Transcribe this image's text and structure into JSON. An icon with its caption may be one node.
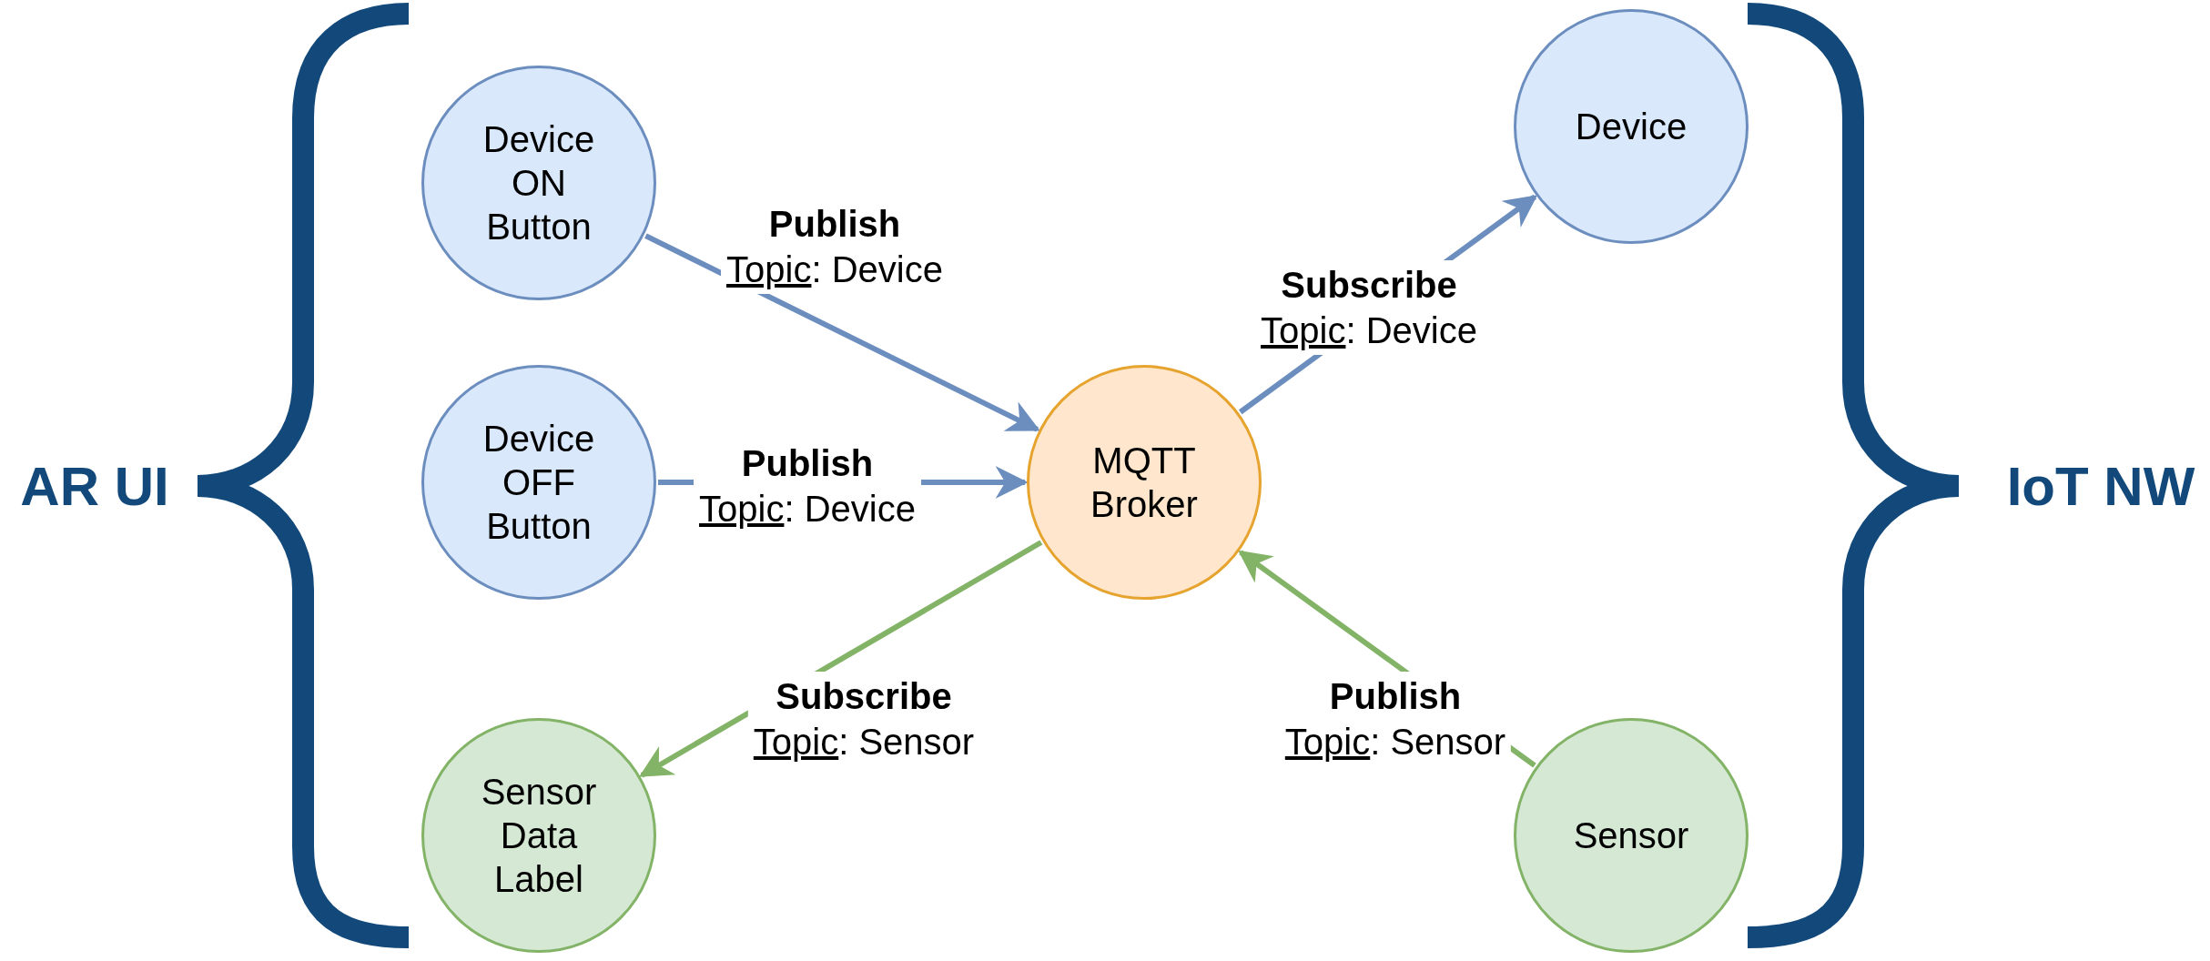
{
  "diagram": {
    "nodes": [
      {
        "text": [
          "Device ON Button"
        ]
      },
      {
        "text": [
          "Device OFF Button"
        ]
      },
      {
        "text": [
          "Sensor Data Label"
        ]
      },
      {
        "text": [
          "MQTT Broker"
        ]
      },
      {
        "text": [
          "Device"
        ]
      },
      {
        "text": [
          "Sensor"
        ]
      }
    ],
    "edges": [
      {
        "from": 0,
        "to": 3,
        "arrow": "to",
        "label": "**Publish** Topic: Device"
      },
      {
        "from": 1,
        "to": 3,
        "arrow": "to",
        "label": "**Publish** Topic: Device"
      },
      {
        "from": 3,
        "to": 4,
        "arrow": "to",
        "label": "**Subscribe** Topic: Device"
      },
      {
        "from": 3,
        "to": 2,
        "arrow": "to",
        "label": "**Subscribe** Topic: Sensor",
        "color": "#82b366"
      },
      {
        "from": 5,
        "to": 3,
        "arrow": "to",
        "label": "**Publish** Topic: Sensor",
        "color": "#82b366"
      }
    ],
    "labels": [
      "AR UI",
      "IoT NW"
    ]
  }
}
